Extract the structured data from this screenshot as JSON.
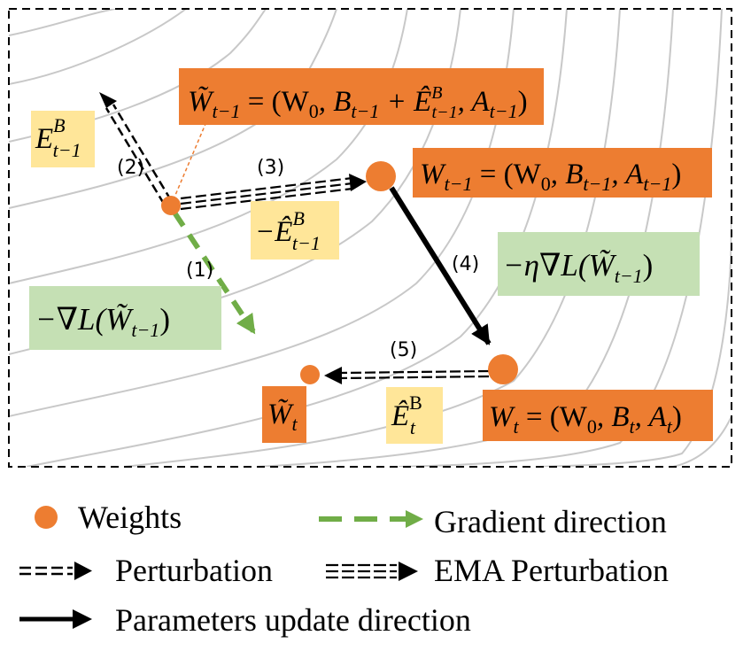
{
  "colors": {
    "orange": "#ed7d31",
    "yellow": "#ffe699",
    "green": "#c5e0b4",
    "greenArrow": "#70ad47",
    "contour": "#bfbfbf",
    "black": "#000000"
  },
  "steps": {
    "s1": "(1)",
    "s2": "(2)",
    "s3": "(3)",
    "s4": "(4)",
    "s5": "(5)"
  },
  "labels": {
    "wtilde_prev": {
      "lhs": "W̃",
      "lhs_sub": "t−1",
      "rhs_a": " = (W",
      "rhs_a_sub": "0",
      "rhs_b": ", B",
      "rhs_b_sub": "t−1",
      "rhs_c": " + Ê",
      "rhs_c_sup": "B",
      "rhs_c_sub": "t−1",
      "rhs_d": ", A",
      "rhs_d_sub": "t−1",
      "rhs_e": ")"
    },
    "w_prev": {
      "lhs": "W",
      "lhs_sub": "t−1",
      "rhs_a": " = (W",
      "rhs_a_sub": "0",
      "rhs_b": ", B",
      "rhs_b_sub": "t−1",
      "rhs_d": ", A",
      "rhs_d_sub": "t−1",
      "rhs_e": ")"
    },
    "w_t": {
      "lhs": "W",
      "lhs_sub": "t",
      "rhs_a": " = (W",
      "rhs_a_sub": "0",
      "rhs_b": ", B",
      "rhs_b_sub": "t",
      "rhs_d": ", A",
      "rhs_d_sub": "t",
      "rhs_e": ")"
    },
    "wtilde_t": {
      "base": "W̃",
      "sub": "t"
    },
    "e_prev": {
      "base": "E",
      "sup": "B",
      "sub": "t−1"
    },
    "neg_ehat": {
      "base": "−Ê",
      "sup": "B",
      "sub": "t−1"
    },
    "ehat_t": {
      "base": "Ê",
      "sup": "B",
      "sub": "t"
    },
    "neg_grad": {
      "a": "−∇L(W̃",
      "sub": "t−1",
      "b": ")"
    },
    "eta_grad": {
      "a": "−η∇L(W̃",
      "sub": "t−1",
      "b": ")"
    }
  },
  "legend": {
    "weights": "Weights",
    "gradient": "Gradient direction",
    "perturbation": "Perturbation",
    "ema": "EMA Perturbation",
    "update": "Parameters update direction"
  }
}
